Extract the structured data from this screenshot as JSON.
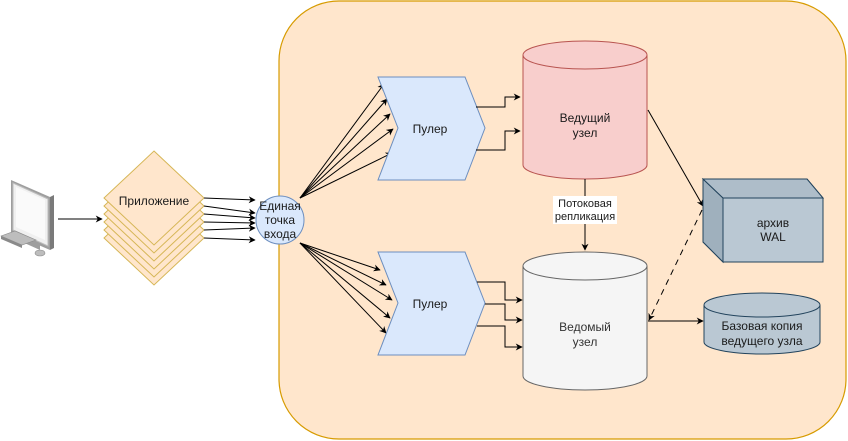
{
  "diagram": {
    "title": "PostgreSQL high-availability architecture with connection pooling",
    "colors": {
      "container_fill": "#ffe6cc",
      "container_stroke": "#d79b00",
      "app_fill": "#ffe6cc",
      "app_stroke": "#d6b656",
      "entry_fill": "#dae8fc",
      "entry_stroke": "#6c8ebf",
      "pooler_fill": "#dae8fc",
      "pooler_stroke": "#6c8ebf",
      "primary_fill": "#f8cecc",
      "primary_stroke": "#b85450",
      "replica_fill": "#f5f5f5",
      "replica_stroke": "#666666",
      "archive_fill": "#bac8d3",
      "archive_stroke": "#23445d",
      "edge": "#000000"
    },
    "nodes": {
      "client": {
        "label": "",
        "icon": "desktop-computer-icon"
      },
      "application": {
        "label": "Приложение",
        "stack_count": 6
      },
      "entry_point": {
        "lines": [
          "Единая",
          "точка",
          "входа"
        ]
      },
      "pooler_top": {
        "label": "Пулер"
      },
      "pooler_bottom": {
        "label": "Пулер"
      },
      "primary": {
        "lines": [
          "Ведущий",
          "узел"
        ]
      },
      "replica": {
        "lines": [
          "Ведомый",
          "узел"
        ]
      },
      "wal_archive": {
        "lines": [
          "архив",
          "WAL"
        ]
      },
      "base_backup": {
        "lines": [
          "Базовая копия",
          "ведущего узла"
        ]
      }
    },
    "edges": {
      "replication_label_lines": [
        "Потоковая",
        "репликация"
      ],
      "app_to_entry_count": 6,
      "entry_to_pooler_top_count": 5,
      "entry_to_pooler_bottom_count": 5,
      "pooler_top_to_primary_count": 2,
      "pooler_bottom_to_replica_count": 3
    }
  }
}
